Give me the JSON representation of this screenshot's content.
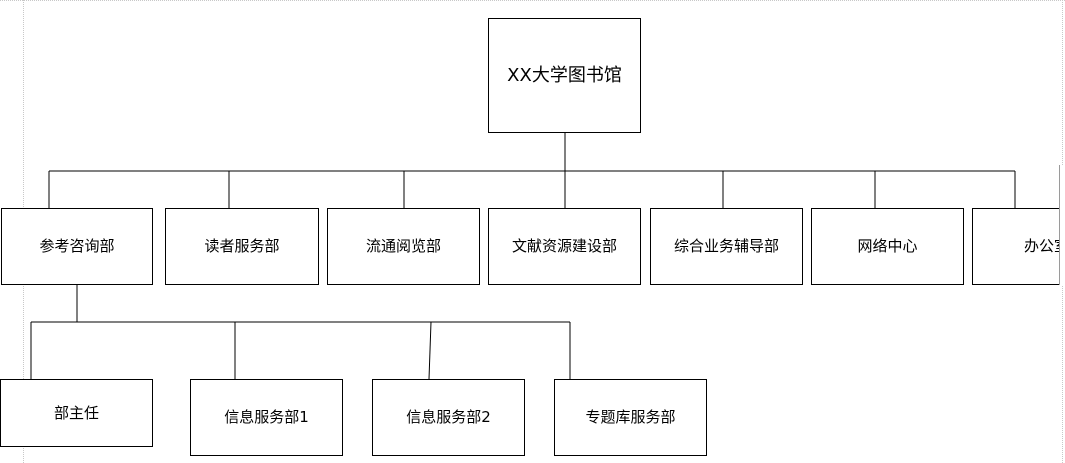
{
  "root": {
    "label": "XX大学图书馆"
  },
  "departments": [
    {
      "label": "参考咨询部"
    },
    {
      "label": "读者服务部"
    },
    {
      "label": "流通阅览部"
    },
    {
      "label": "文献资源建设部"
    },
    {
      "label": "综合业务辅导部"
    },
    {
      "label": "网络中心"
    },
    {
      "label": "办公室"
    }
  ],
  "sub_units": [
    {
      "label": "部主任"
    },
    {
      "label": "信息服务部1"
    },
    {
      "label": "信息服务部2"
    },
    {
      "label": "专题库服务部"
    }
  ],
  "colors": {
    "line": "#000000",
    "box_border": "#000000",
    "background": "#ffffff"
  }
}
